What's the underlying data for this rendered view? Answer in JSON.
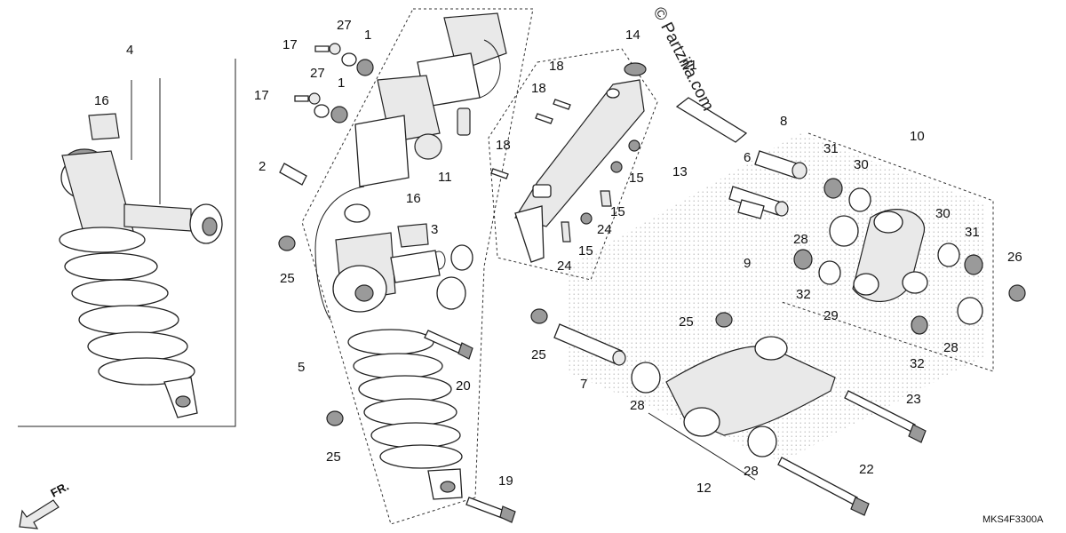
{
  "diagram": {
    "code": "MKS4F3300A",
    "watermark": "© Partzilla.com",
    "direction_label": "FR.",
    "callouts": [
      {
        "id": "c4",
        "label": "4"
      },
      {
        "id": "c16a",
        "label": "16"
      },
      {
        "id": "c17a",
        "label": "17"
      },
      {
        "id": "c27a",
        "label": "27"
      },
      {
        "id": "c1a",
        "label": "1"
      },
      {
        "id": "c17b",
        "label": "17"
      },
      {
        "id": "c27b",
        "label": "27"
      },
      {
        "id": "c1b",
        "label": "1"
      },
      {
        "id": "c2",
        "label": "2"
      },
      {
        "id": "c11",
        "label": "11"
      },
      {
        "id": "c16b",
        "label": "16"
      },
      {
        "id": "c3",
        "label": "3"
      },
      {
        "id": "c25a",
        "label": "25"
      },
      {
        "id": "c5",
        "label": "5"
      },
      {
        "id": "c20",
        "label": "20"
      },
      {
        "id": "c25b",
        "label": "25"
      },
      {
        "id": "c19",
        "label": "19"
      },
      {
        "id": "c14",
        "label": "14"
      },
      {
        "id": "c18a",
        "label": "18"
      },
      {
        "id": "c18b",
        "label": "18"
      },
      {
        "id": "c18c",
        "label": "18"
      },
      {
        "id": "c15a",
        "label": "15"
      },
      {
        "id": "c15b",
        "label": "15"
      },
      {
        "id": "c15c",
        "label": "15"
      },
      {
        "id": "c24a",
        "label": "24"
      },
      {
        "id": "c24b",
        "label": "24"
      },
      {
        "id": "c13",
        "label": "13"
      },
      {
        "id": "c21",
        "label": "21"
      },
      {
        "id": "c8",
        "label": "8"
      },
      {
        "id": "c6",
        "label": "6"
      },
      {
        "id": "c9",
        "label": "9"
      },
      {
        "id": "c31a",
        "label": "31"
      },
      {
        "id": "c10",
        "label": "10"
      },
      {
        "id": "c30a",
        "label": "30"
      },
      {
        "id": "c30b",
        "label": "30"
      },
      {
        "id": "c31b",
        "label": "31"
      },
      {
        "id": "c28a",
        "label": "28"
      },
      {
        "id": "c32a",
        "label": "32"
      },
      {
        "id": "c29",
        "label": "29"
      },
      {
        "id": "c26",
        "label": "26"
      },
      {
        "id": "c28b",
        "label": "28"
      },
      {
        "id": "c32b",
        "label": "32"
      },
      {
        "id": "c25c",
        "label": "25"
      },
      {
        "id": "c25d",
        "label": "25"
      },
      {
        "id": "c7",
        "label": "7"
      },
      {
        "id": "c28c",
        "label": "28"
      },
      {
        "id": "c23",
        "label": "23"
      },
      {
        "id": "c28d",
        "label": "28"
      },
      {
        "id": "c12",
        "label": "12"
      },
      {
        "id": "c22",
        "label": "22"
      }
    ]
  }
}
